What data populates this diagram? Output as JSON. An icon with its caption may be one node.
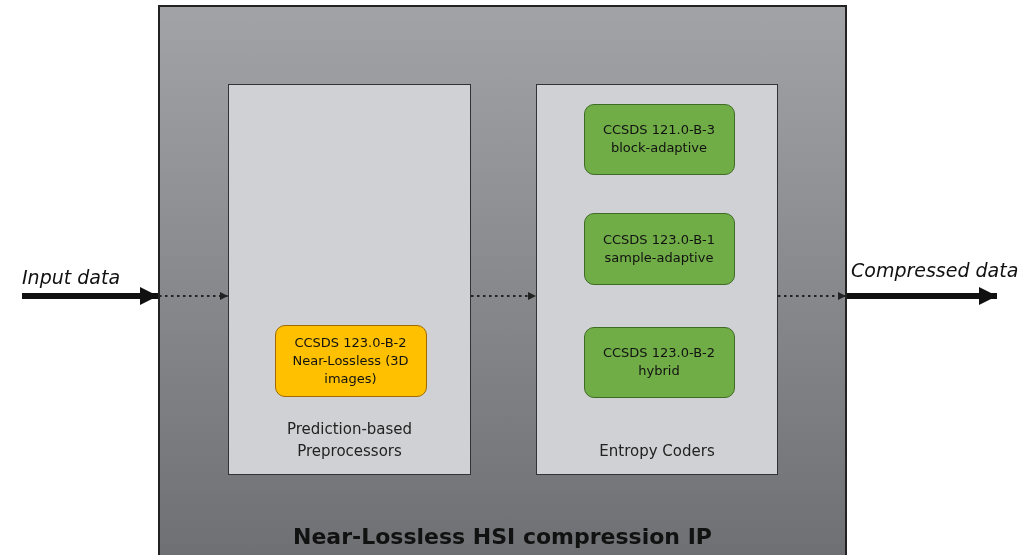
{
  "diagram": {
    "nodes": [
      {
        "text": [
          "Near-Lossless HSI compression IP"
        ]
      },
      {
        "text": [
          "Prediction-based Preprocessors"
        ],
        "in": 0
      },
      {
        "text": [
          "CCSDS 123.0-B-2 Near-Lossless (3D images)"
        ],
        "in": 1
      },
      {
        "text": [
          "Entropy Coders"
        ],
        "in": 0
      },
      {
        "text": [
          "CCSDS 121.0-B-3 block-adaptive"
        ],
        "in": 3
      },
      {
        "text": [
          "CCSDS 123.0-B-1 sample-adaptive"
        ],
        "in": 3
      },
      {
        "text": [
          "CCSDS 123.0-B-2 hybrid"
        ],
        "in": 3
      }
    ],
    "edges": [
      {
        "from": null,
        "to": 0,
        "arrow": "to",
        "label": "Input data",
        "style": "thick"
      },
      {
        "from": 0,
        "to": 1,
        "arrow": "to",
        "style": "dashed"
      },
      {
        "from": 1,
        "to": 3,
        "arrow": "to",
        "style": "dashed"
      },
      {
        "from": 3,
        "to": 0,
        "arrow": "to",
        "style": "dashed"
      },
      {
        "from": 0,
        "to": null,
        "arrow": "to",
        "label": "Compressed data",
        "style": "thick"
      }
    ]
  }
}
